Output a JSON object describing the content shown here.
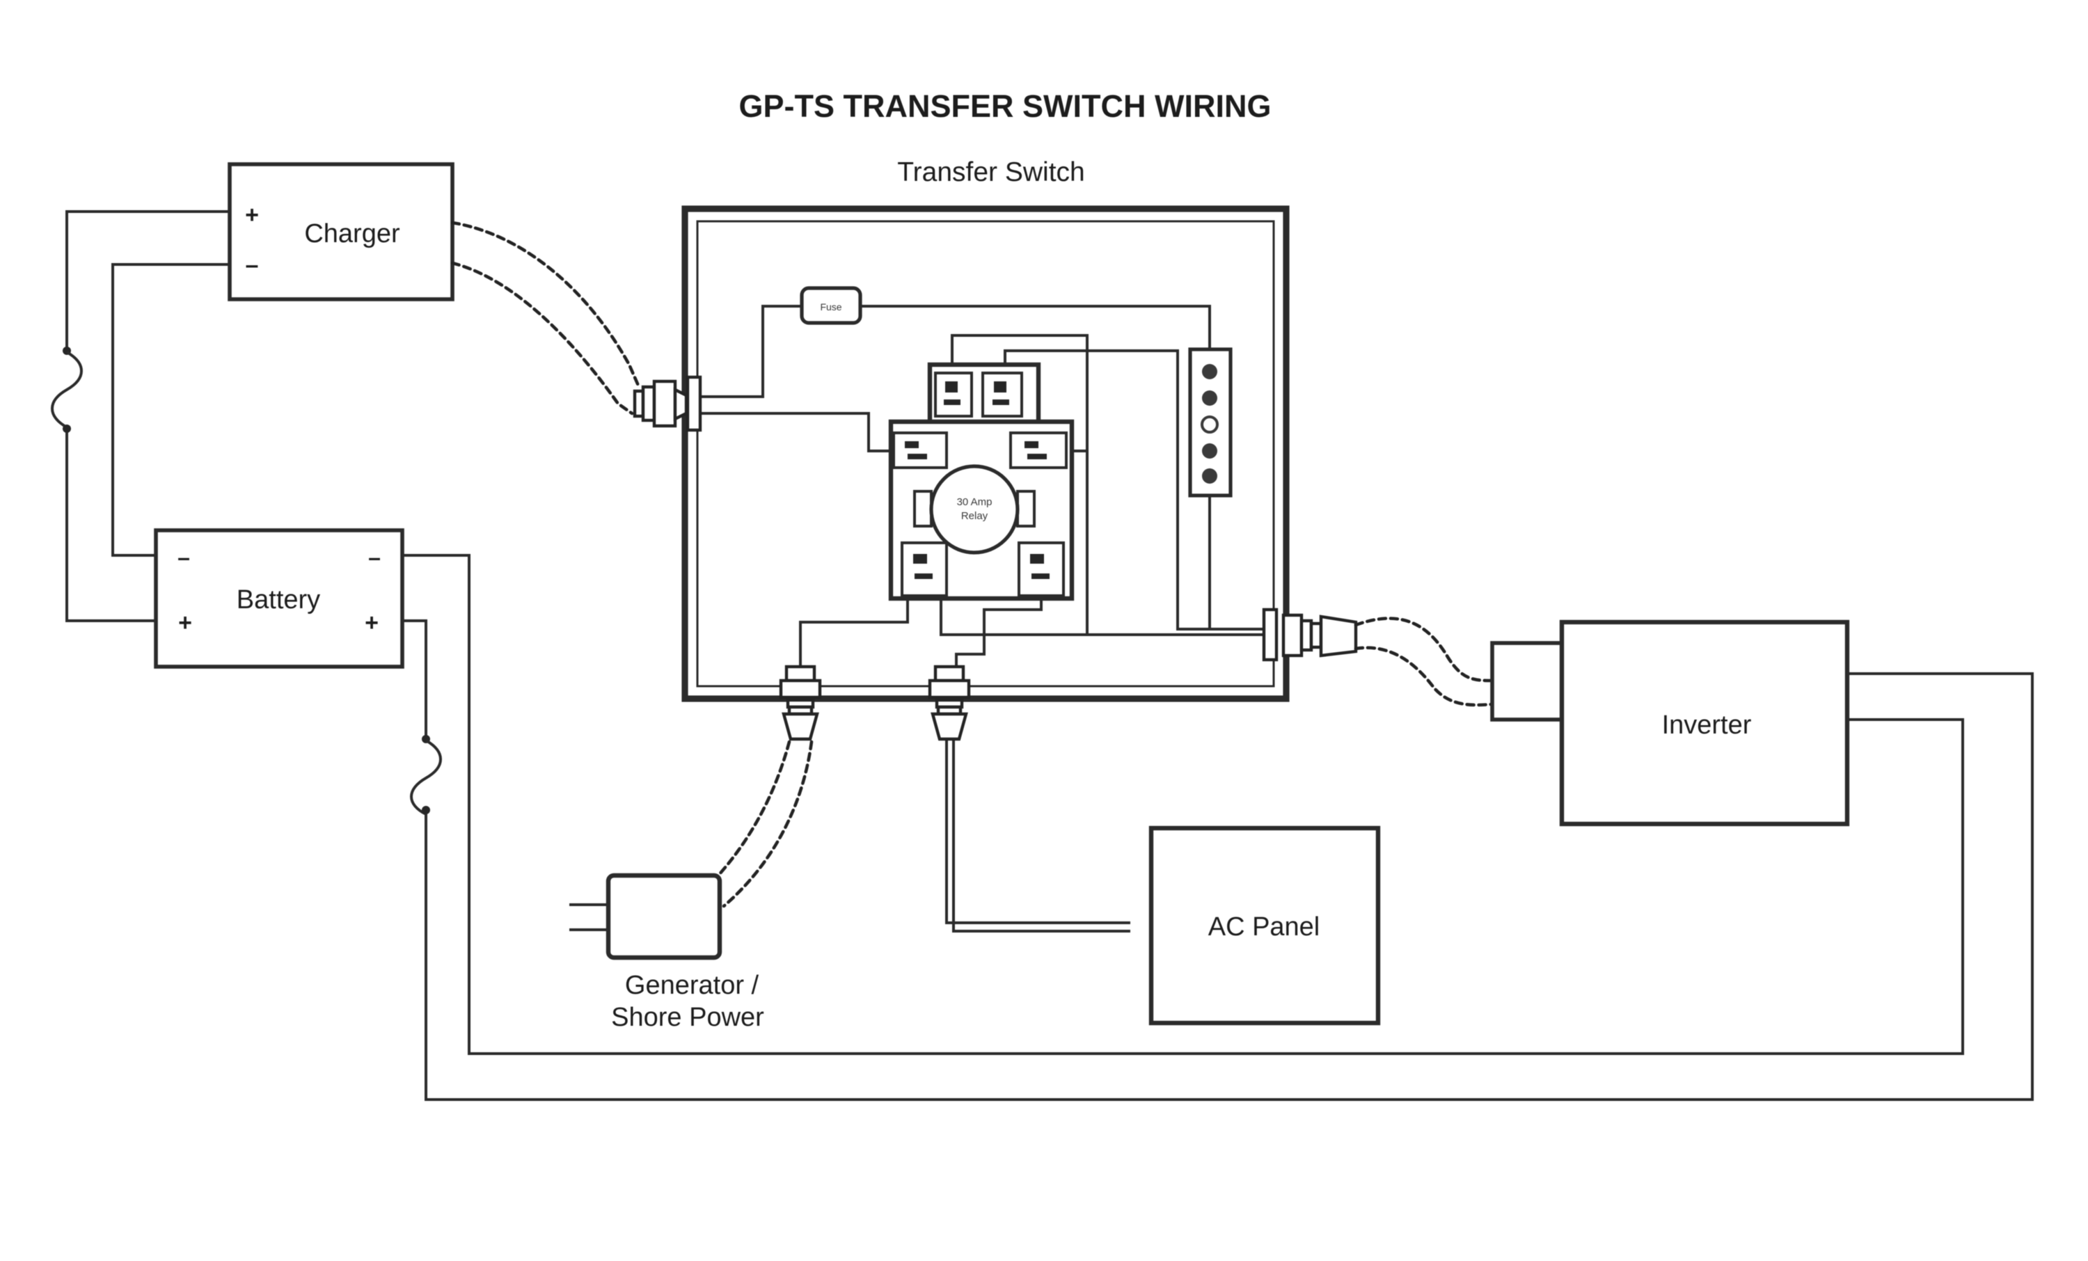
{
  "title": "GP-TS TRANSFER SWITCH WIRING",
  "transfer_switch": {
    "label": "Transfer Switch",
    "fuse_label": "Fuse",
    "relay_line1": "30 Amp",
    "relay_line2": "Relay"
  },
  "charger": {
    "label": "Charger",
    "plus": "+",
    "minus": "–"
  },
  "battery": {
    "label": "Battery",
    "plus": "+",
    "minus": "–"
  },
  "generator": {
    "line1": "Generator /",
    "line2": "Shore Power"
  },
  "ac_panel": {
    "label": "AC Panel"
  },
  "inverter": {
    "label": "Inverter"
  },
  "colors": {
    "line": "#2b2b2b",
    "text": "#1c1c1c",
    "background": "#ffffff"
  }
}
